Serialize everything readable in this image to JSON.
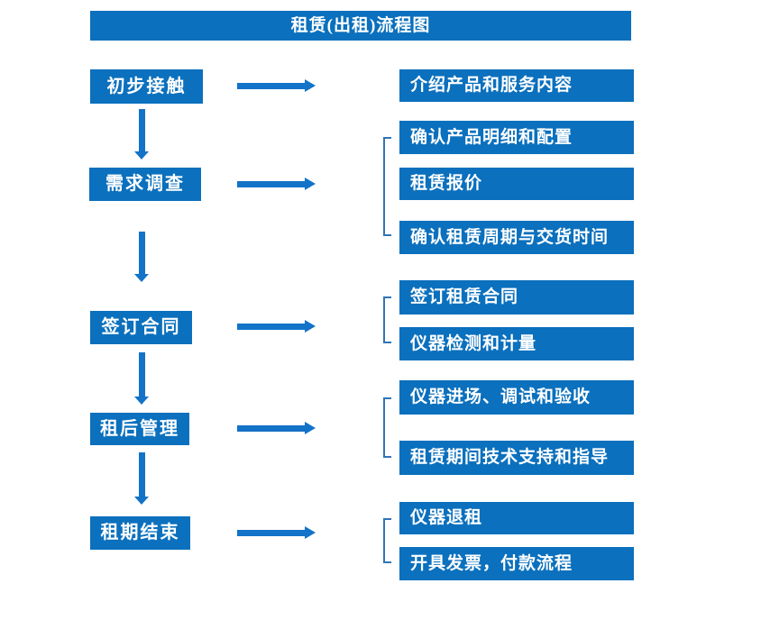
{
  "title": "租赁(出租)流程图",
  "colors": {
    "accent": "#0B70BD",
    "arrow": "#1373C8",
    "bracket": "#2E75B6",
    "boxtext": "#FFFFFF",
    "background": "#FFFFFF"
  },
  "steps": [
    {
      "label": "初步接触",
      "details": [
        "介绍产品和服务内容"
      ]
    },
    {
      "label": "需求调查",
      "details": [
        "确认产品明细和配置",
        "租赁报价",
        "确认租赁周期与交货时间"
      ]
    },
    {
      "label": "签订合同",
      "details": [
        "签订租赁合同",
        "仪器检测和计量"
      ]
    },
    {
      "label": "租后管理",
      "details": [
        "仪器进场、调试和验收",
        "租赁期间技术支持和指导"
      ]
    },
    {
      "label": "租期结束",
      "details": [
        "仪器退租",
        "开具发票，付款流程"
      ]
    }
  ]
}
